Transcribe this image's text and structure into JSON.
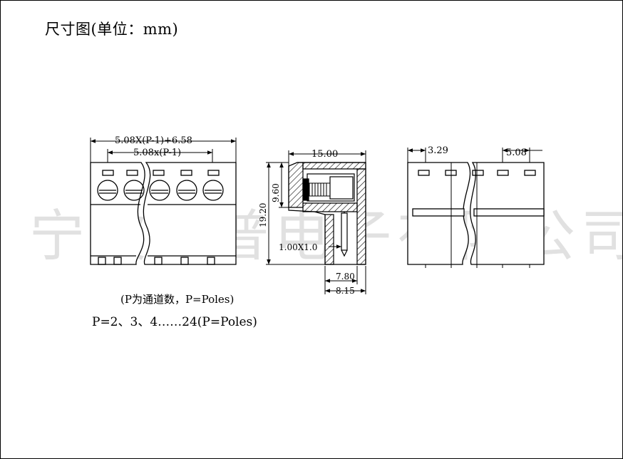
{
  "title": "尺寸图(单位：mm)",
  "watermark": "宁波速普电子有限公司",
  "front_view": {
    "dim_overall": "5.08X(P-1)+6.58",
    "dim_pitch": "5.08x(P-1)"
  },
  "side_view": {
    "dim_width": "15.00",
    "dim_upper_height": "9.60",
    "dim_height": "19.20",
    "dim_pin": "1.00X1.0",
    "dim_bottom_a": "7.80",
    "dim_bottom_b": "8.15"
  },
  "rear_view": {
    "dim_offset": "3.29",
    "dim_pitch": "5.08"
  },
  "notes": {
    "poles_note": "(P为通道数，P=Poles)",
    "poles_range": "P=2、3、4……24(P=Poles)"
  }
}
